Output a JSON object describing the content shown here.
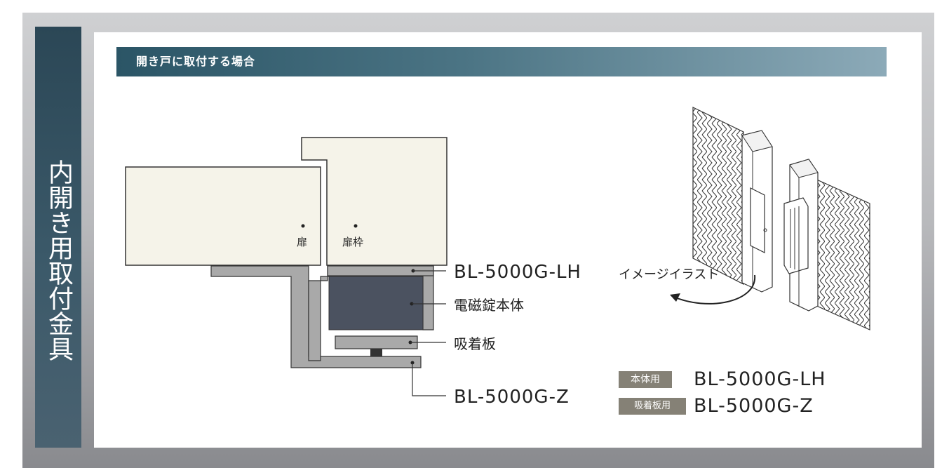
{
  "side_title": "内開き用取付金具",
  "section_header": "開き戸に取付する場合",
  "diagram": {
    "label_door": "扉",
    "label_frame": "扉枠",
    "callout_lh": "BL-5000G-LH",
    "callout_body": "電磁錠本体",
    "callout_plate": "吸着板",
    "callout_z": "BL-5000G-Z",
    "illustration_label": "イメージイラスト"
  },
  "legend": {
    "items": [
      {
        "badge": "本体用",
        "model": "BL-5000G-LH"
      },
      {
        "badge": "吸着板用",
        "model": "BL-5000G-Z"
      }
    ]
  },
  "colors": {
    "side_band": "#2b4756",
    "header_start": "#2b5566",
    "header_end": "#8caab8",
    "door_fill": "#f5f3e9",
    "bracket_gray": "#a9a9a9",
    "magnet_body": "#4b5260",
    "badge": "#858176"
  }
}
